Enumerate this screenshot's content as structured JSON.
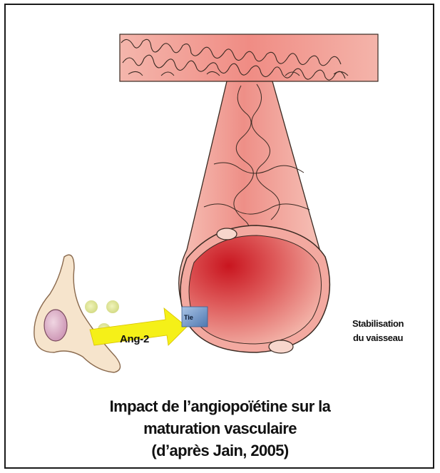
{
  "labels": {
    "ligand": "Ang-2",
    "receptor": "Tie",
    "stabilisation_line1": "Stabilisation",
    "stabilisation_line2": "du vaisseau"
  },
  "caption": {
    "line1": "Impact de l’angiopoïétine sur la",
    "line2": "maturation vasculaire",
    "line3": "(d’après Jain, 2005)"
  },
  "colors": {
    "vessel_fill": "#f2a39a",
    "vessel_dark": "#cc2a2e",
    "outline": "#3a2a22",
    "pericyte_fill": "#f6e4cc",
    "nucleus_fill": "#d7a6c0",
    "arrow": "#f5f018",
    "receptor": "#6f96c8",
    "ligand_dots": "#d7df7a"
  }
}
